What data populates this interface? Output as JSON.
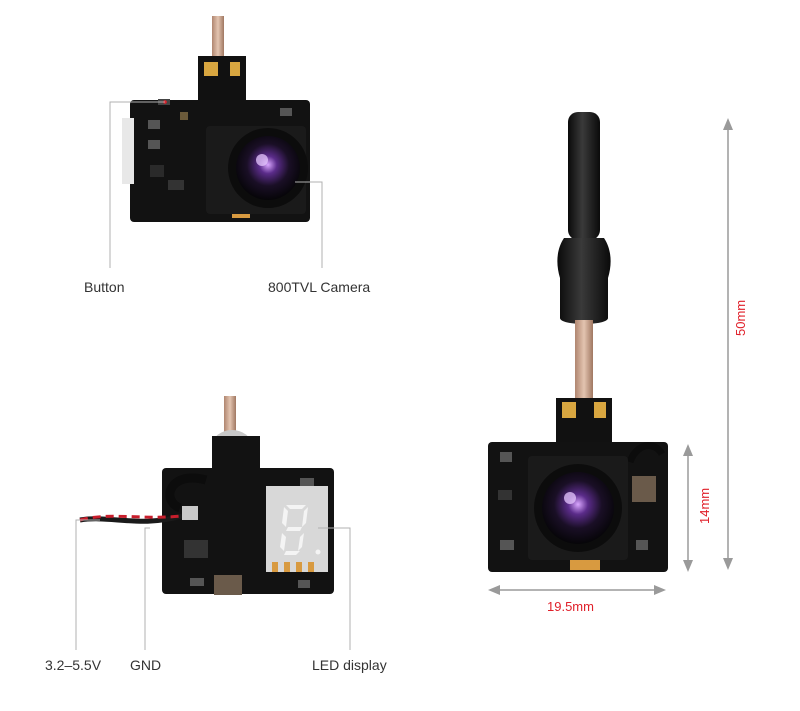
{
  "labels": {
    "button": "Button",
    "camera": "800TVL Camera",
    "voltage": "3.2–5.5V",
    "gnd": "GND",
    "led_display": "LED display"
  },
  "dimensions": {
    "height_total": "50mm",
    "height_board": "14mm",
    "width_board": "19.5mm"
  },
  "colors": {
    "dimension_text": "#e0202a",
    "label_text": "#333333",
    "leader_line": "#b0b0b0",
    "arrow": "#9a9a9a",
    "pcb": "#121212",
    "antenna_copper": "#c9a38c",
    "heatshrink": "#141414",
    "lens_purple": "#7a3fb0"
  }
}
